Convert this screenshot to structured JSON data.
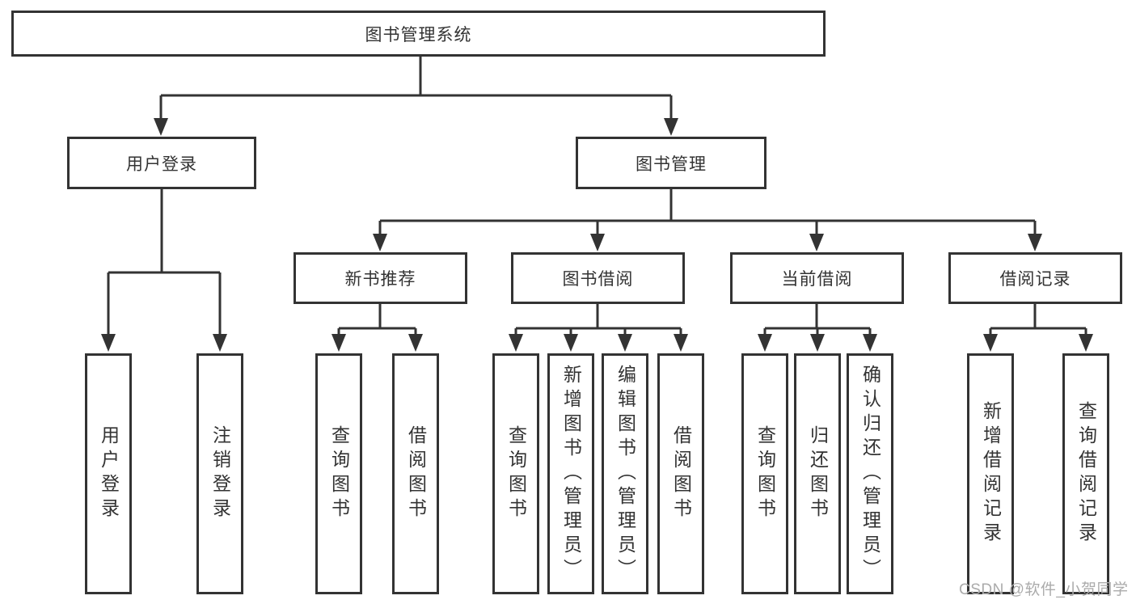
{
  "diagram": {
    "tree": {
      "label": "图书管理系统",
      "children": [
        {
          "label": "用户登录",
          "children": [
            {
              "label": "用户登录"
            },
            {
              "label": "注销登录"
            }
          ]
        },
        {
          "label": "图书管理",
          "children": [
            {
              "label": "新书推荐",
              "children": [
                {
                  "label": "查询图书"
                },
                {
                  "label": "借阅图书"
                }
              ]
            },
            {
              "label": "图书借阅",
              "children": [
                {
                  "label": "查询图书"
                },
                {
                  "label": "新增图书（管理员）"
                },
                {
                  "label": "编辑图书（管理员）"
                },
                {
                  "label": "借阅图书"
                }
              ]
            },
            {
              "label": "当前借阅",
              "children": [
                {
                  "label": "查询图书"
                },
                {
                  "label": "归还图书"
                },
                {
                  "label": "确认归还（管理员）"
                }
              ]
            },
            {
              "label": "借阅记录",
              "children": [
                {
                  "label": "新增借阅记录"
                },
                {
                  "label": "查询借阅记录"
                }
              ]
            }
          ]
        }
      ]
    }
  },
  "colors": {
    "line": "#333333",
    "text": "#333333",
    "background": "#ffffff",
    "watermark": "#ababab"
  },
  "watermark": {
    "text": "CSDN @软件_小贺同学"
  }
}
